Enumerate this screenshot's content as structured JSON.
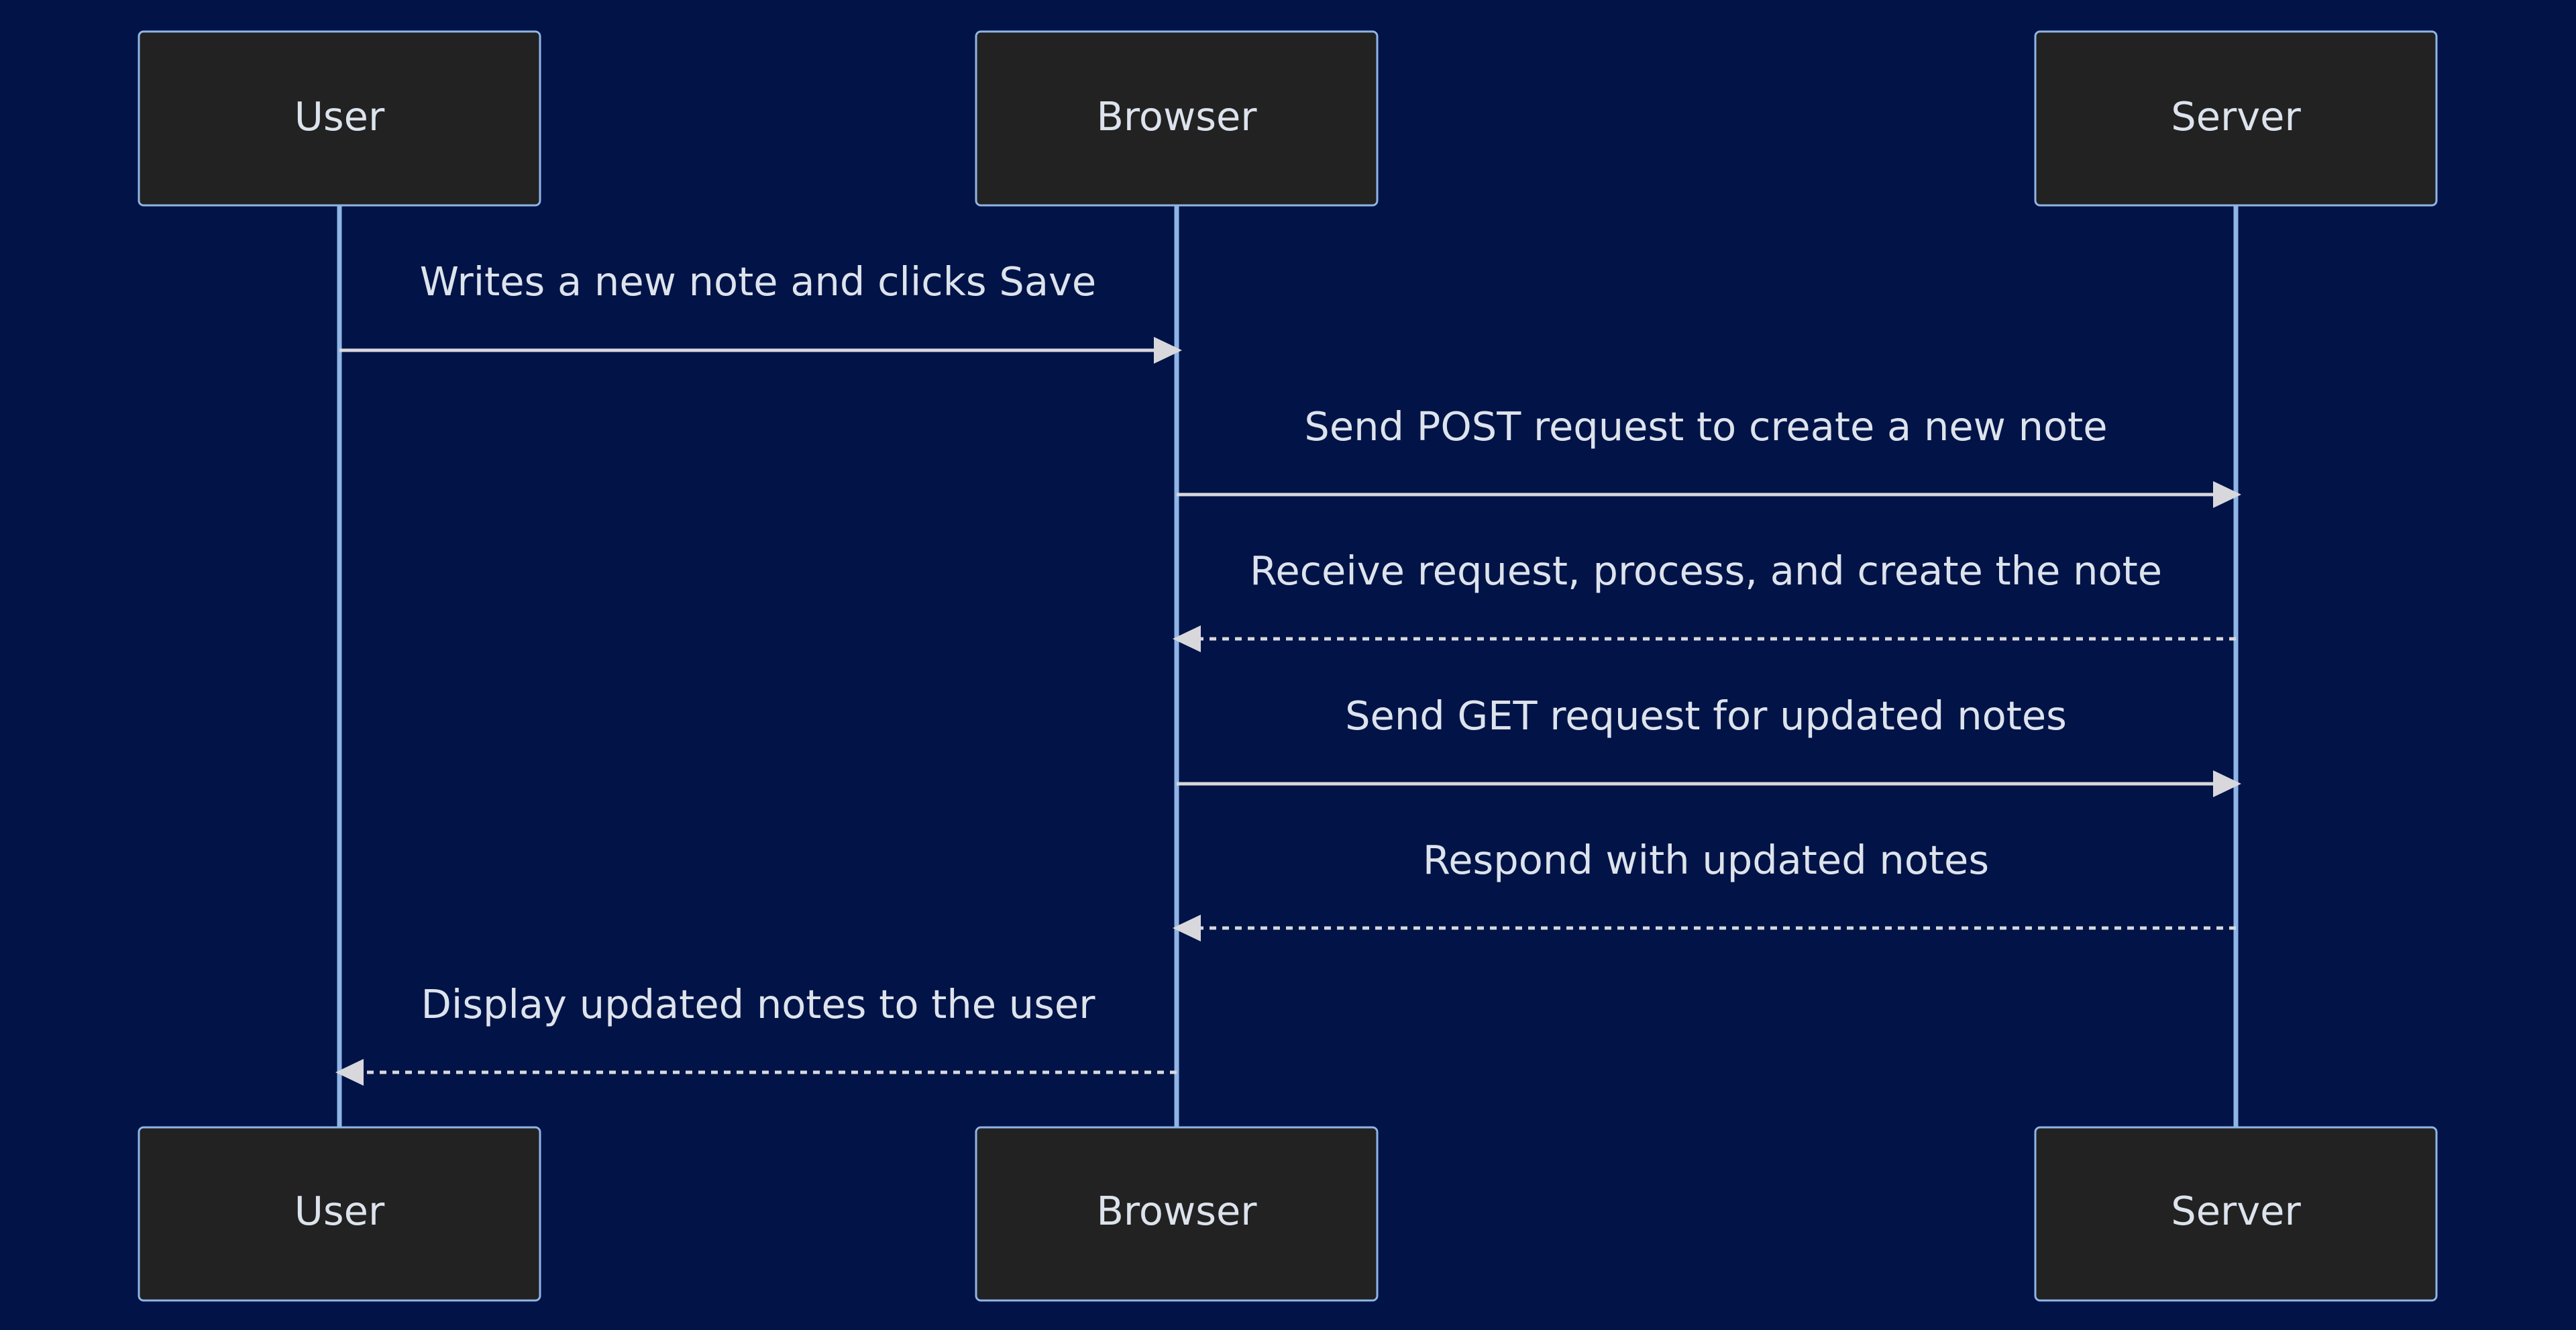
{
  "diagram": {
    "type": "sequence",
    "participants": [
      "User",
      "Browser",
      "Server"
    ],
    "messages": [
      {
        "from": "User",
        "to": "Browser",
        "label": "Writes a new note and clicks Save",
        "style": "solid"
      },
      {
        "from": "Browser",
        "to": "Server",
        "label": "Send POST request to create a new note",
        "style": "solid"
      },
      {
        "from": "Server",
        "to": "Browser",
        "label": "Receive request, process, and create the note",
        "style": "dashed"
      },
      {
        "from": "Browser",
        "to": "Server",
        "label": "Send GET request for updated notes",
        "style": "solid"
      },
      {
        "from": "Server",
        "to": "Browser",
        "label": "Respond with updated notes",
        "style": "dashed"
      },
      {
        "from": "Browser",
        "to": "User",
        "label": "Display updated notes to the user",
        "style": "dashed"
      }
    ]
  },
  "colors": {
    "background": "#011347",
    "actor_fill": "#222222",
    "actor_stroke": "#8fb5e6",
    "lifeline": "#8fb5e6",
    "message_line": "#d8d8dc",
    "text": "#dde3ec"
  }
}
